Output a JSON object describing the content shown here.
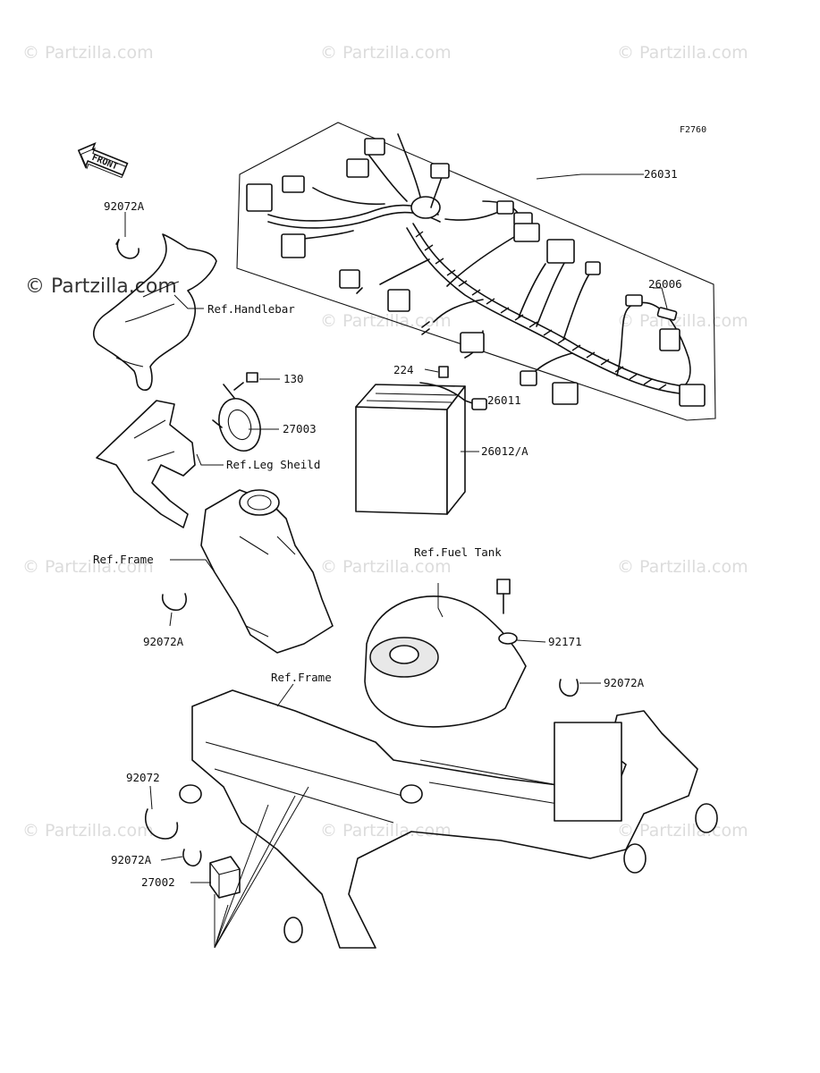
{
  "figure_code": "F2760",
  "front_label": "FRONT",
  "watermark": "© Partzilla.com",
  "callouts": {
    "harness": "26031",
    "relay_26006": "26006",
    "clamp_top": "92072A",
    "ref_handlebar": "Ref.Handlebar",
    "bolt_130": "130",
    "horn": "27003",
    "ref_leg_shield": "Ref.Leg Sheild",
    "screw_224": "224",
    "lead_26011": "26011",
    "battery": "26012/A",
    "ref_frame_upper": "Ref.Frame",
    "clamp_mid": "92072A",
    "ref_fuel_tank": "Ref.Fuel Tank",
    "washer_92171": "92171",
    "ref_frame_main": "Ref.Frame",
    "clamp_right": "92072A",
    "clamp_92072": "92072",
    "clamp_lower": "92072A",
    "relay_27002": "27002"
  }
}
